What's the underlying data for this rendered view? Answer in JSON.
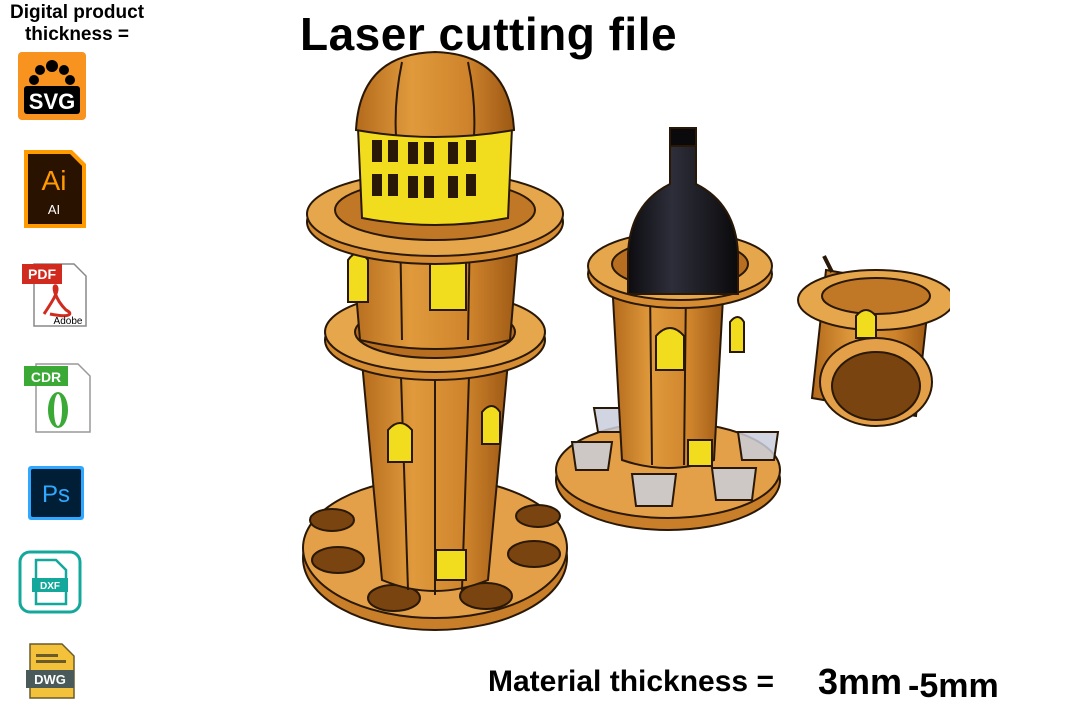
{
  "header": {
    "line1": "Digital product",
    "line2": "thickness ="
  },
  "title": "Laser cutting file",
  "footer": {
    "material_label": "Material thickness =",
    "thickness_from": "3mm",
    "thickness_to": "-5mm"
  },
  "formats": [
    {
      "name": "svg-icon",
      "label": "SVG"
    },
    {
      "name": "ai-icon",
      "label": "Ai",
      "sublabel": "AI"
    },
    {
      "name": "pdf-icon",
      "label": "PDF",
      "sublabel": "Adobe"
    },
    {
      "name": "cdr-icon",
      "label": "CDR"
    },
    {
      "name": "photoshop-icon",
      "label": "Ps"
    },
    {
      "name": "dxf-icon",
      "label": "DXF"
    },
    {
      "name": "dwg-icon",
      "label": "DWG"
    }
  ],
  "colors": {
    "wood": "#d08a2e",
    "wood_dark": "#a8621a",
    "window": "#f2dc1e",
    "svg_orange": "#f7931e",
    "ai_bg": "#2a1200",
    "ai_orange": "#ff9a00",
    "pdf_red": "#d12b1f",
    "cdr_green": "#3aa935",
    "ps_bg": "#001e36",
    "ps_blue": "#31a8ff",
    "dxf_teal": "#14a89c",
    "dwg_yellow": "#f4c13a"
  }
}
